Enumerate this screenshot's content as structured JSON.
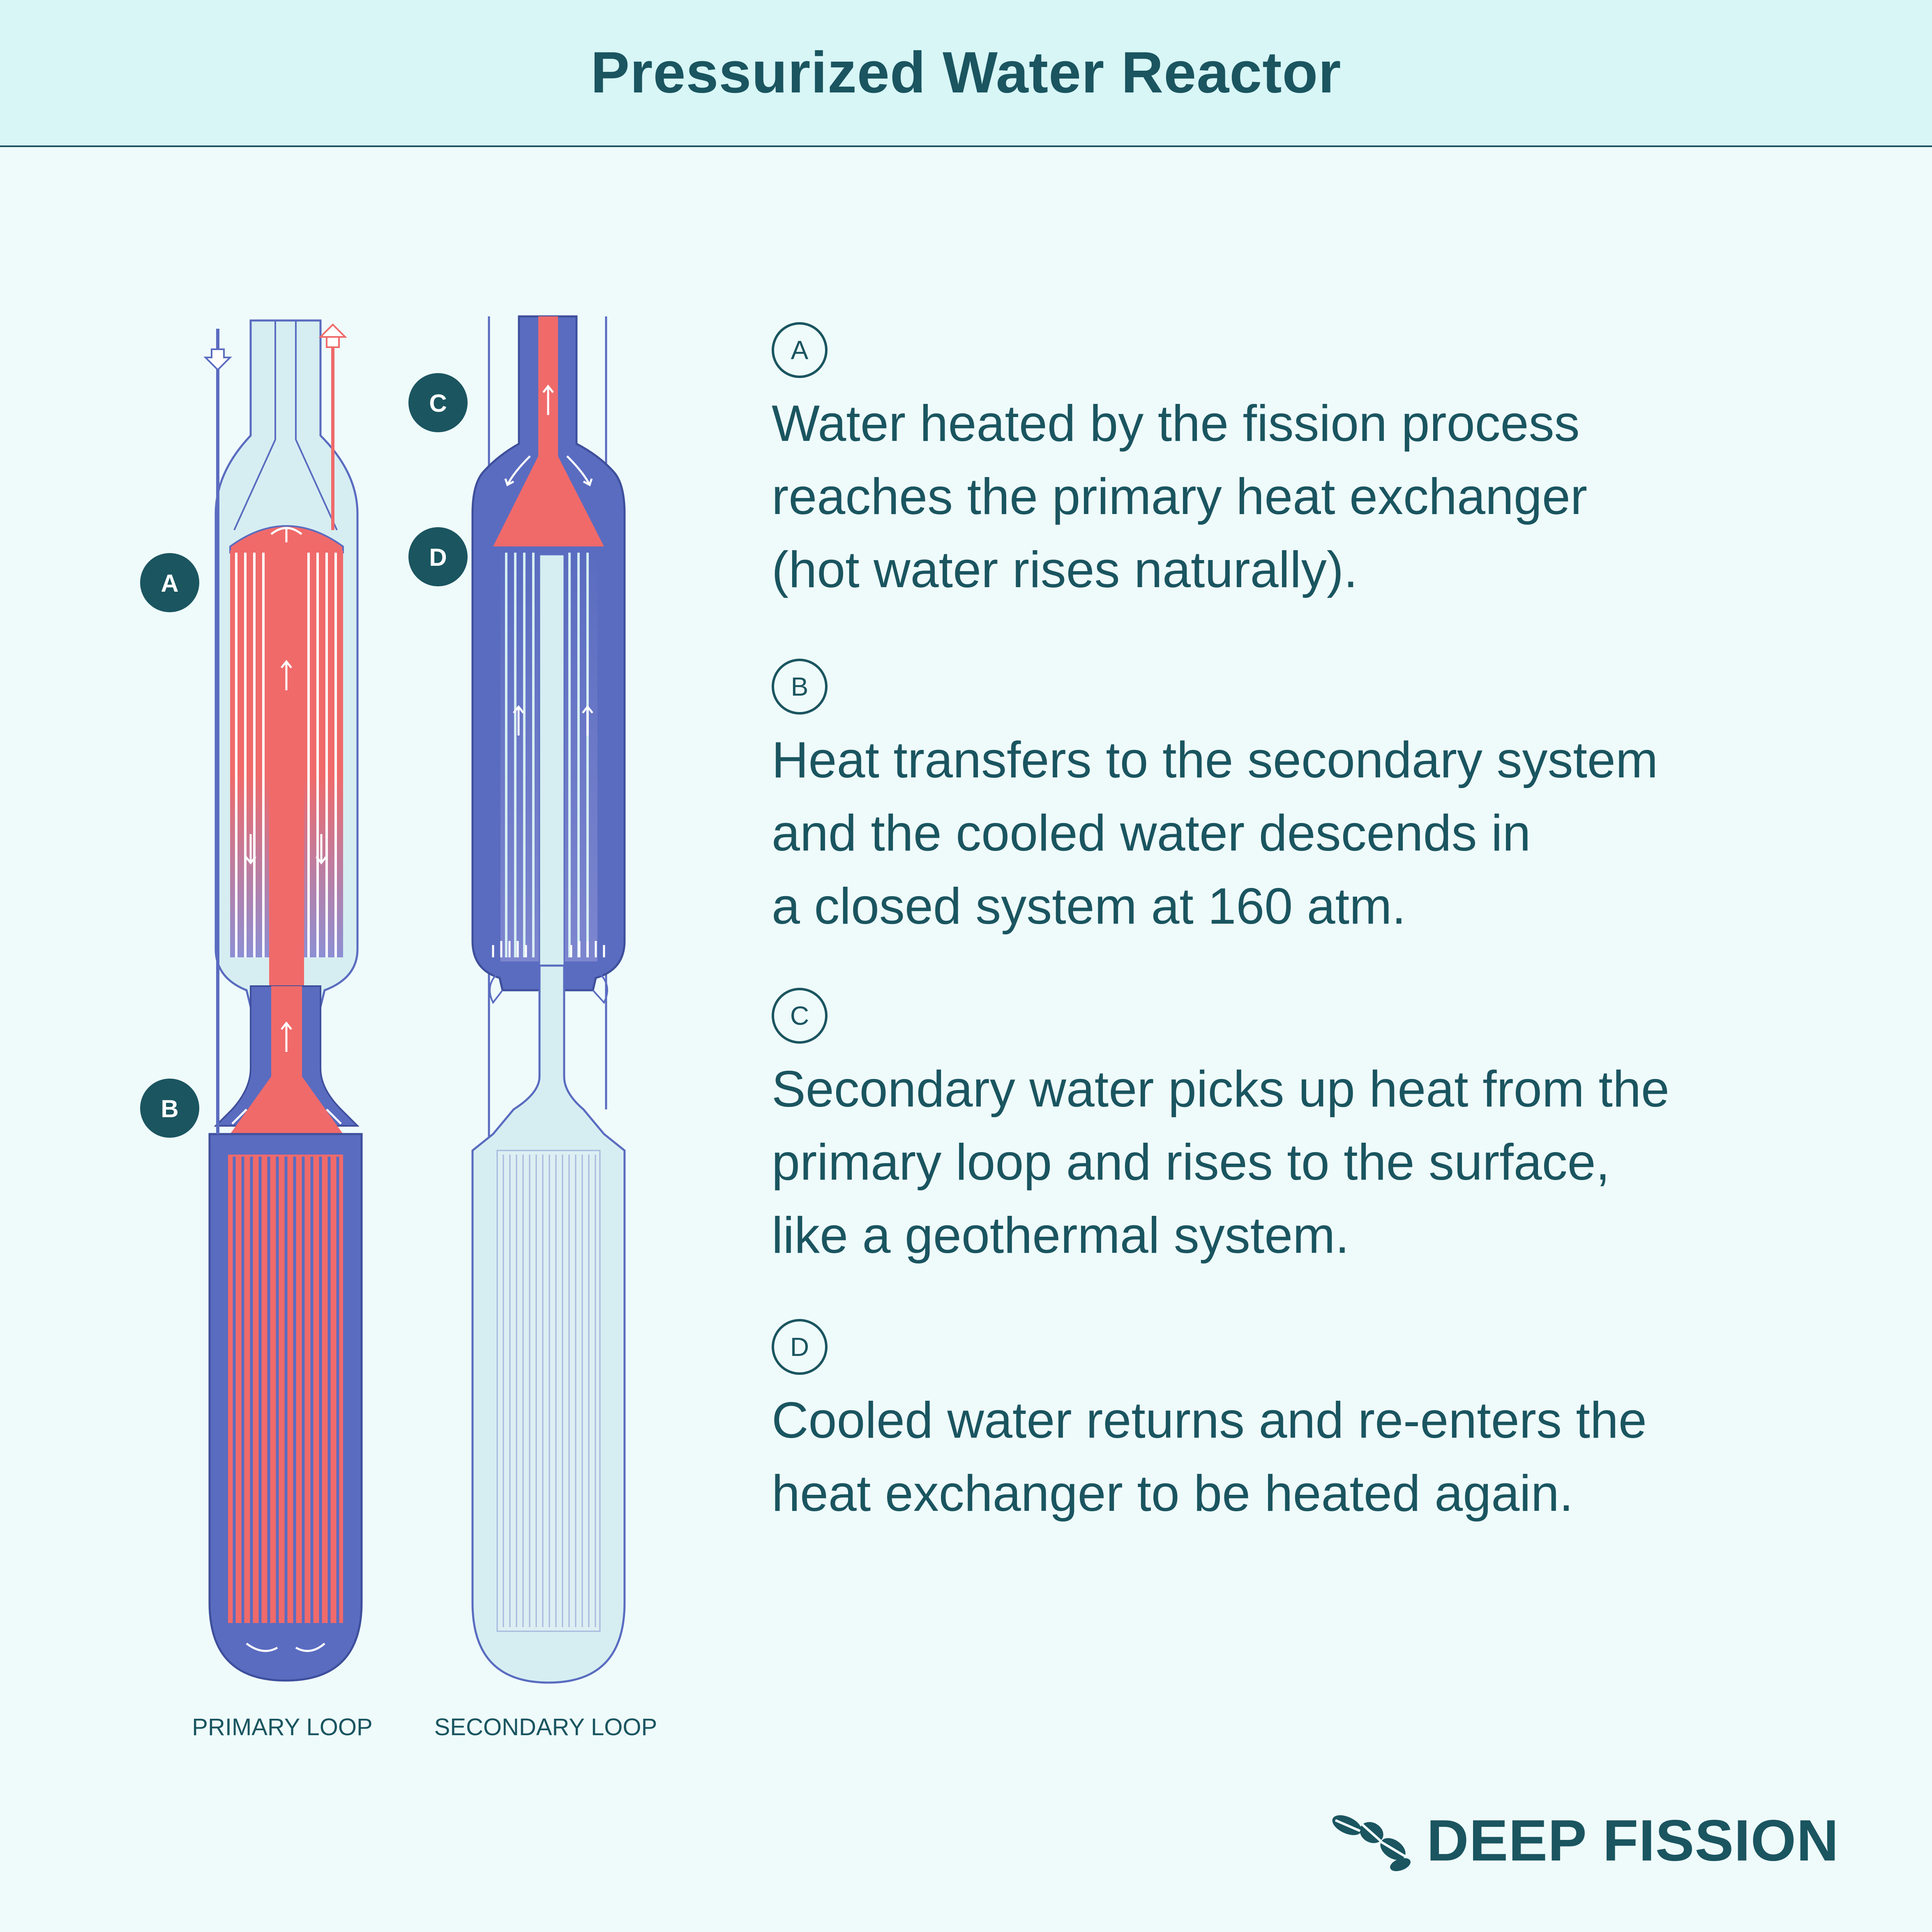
{
  "title": "Pressurized Water Reactor",
  "loops": {
    "primary_label": "PRIMARY LOOP",
    "secondary_label": "SECONDARY LOOP"
  },
  "markers": {
    "a": "A",
    "b": "B",
    "c": "C",
    "d": "D"
  },
  "descriptions": [
    {
      "letter": "A",
      "lines": [
        "Water heated by the fission process",
        "reaches the primary heat exchanger",
        "(hot water rises naturally)."
      ]
    },
    {
      "letter": "B",
      "lines": [
        "Heat transfers to the secondary system",
        "and the cooled water descends in",
        "a closed system at 160 atm."
      ]
    },
    {
      "letter": "C",
      "lines": [
        "Secondary water picks up heat from the",
        "primary loop and rises to the surface,",
        "like a geothermal system."
      ]
    },
    {
      "letter": "D",
      "lines": [
        "Cooled water returns and re-enters the",
        "heat exchanger to be heated again."
      ]
    }
  ],
  "brand": {
    "name": "DEEP FISSION",
    "logo_icon": "deep-fission-logo-icon"
  },
  "colors": {
    "hot": "#F06A6A",
    "cold": "#5A6CC0",
    "light": "#D6EEF1",
    "text": "#1A5560",
    "background": "#EFFBFB",
    "header": "#D8F6F6"
  }
}
